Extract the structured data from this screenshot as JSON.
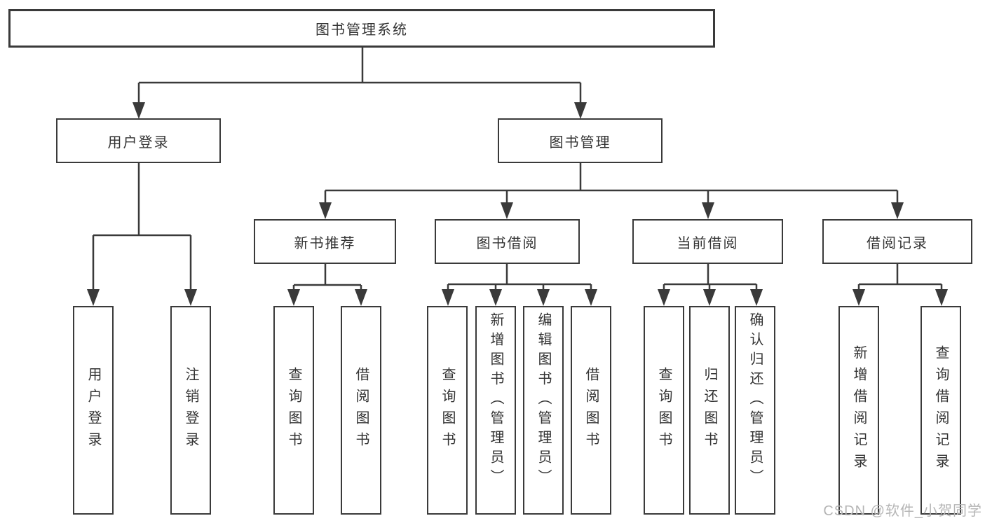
{
  "colors": {
    "background": "#ffffff",
    "line": "#3a3a3a",
    "box_border": "#3a3a3a",
    "text": "#333333",
    "watermark_text": "#b5b5b5"
  },
  "tree": {
    "root": "图书管理系统",
    "children": [
      {
        "label": "用户登录",
        "children": [
          {
            "label": "用户登录"
          },
          {
            "label": "注销登录"
          }
        ]
      },
      {
        "label": "图书管理",
        "children": [
          {
            "label": "新书推荐",
            "children": [
              {
                "label": "查询图书"
              },
              {
                "label": "借阅图书"
              }
            ]
          },
          {
            "label": "图书借阅",
            "children": [
              {
                "label": "查询图书"
              },
              {
                "label": "新增图书（管理员）"
              },
              {
                "label": "编辑图书（管理员）"
              },
              {
                "label": "借阅图书"
              }
            ]
          },
          {
            "label": "当前借阅",
            "children": [
              {
                "label": "查询图书"
              },
              {
                "label": "归还图书"
              },
              {
                "label": "确认归还（管理员）"
              }
            ]
          },
          {
            "label": "借阅记录",
            "children": [
              {
                "label": "新增借阅记录"
              },
              {
                "label": "查询借阅记录"
              }
            ]
          }
        ]
      }
    ]
  },
  "watermark": {
    "text": "CSDN @软件_小贺同学"
  }
}
